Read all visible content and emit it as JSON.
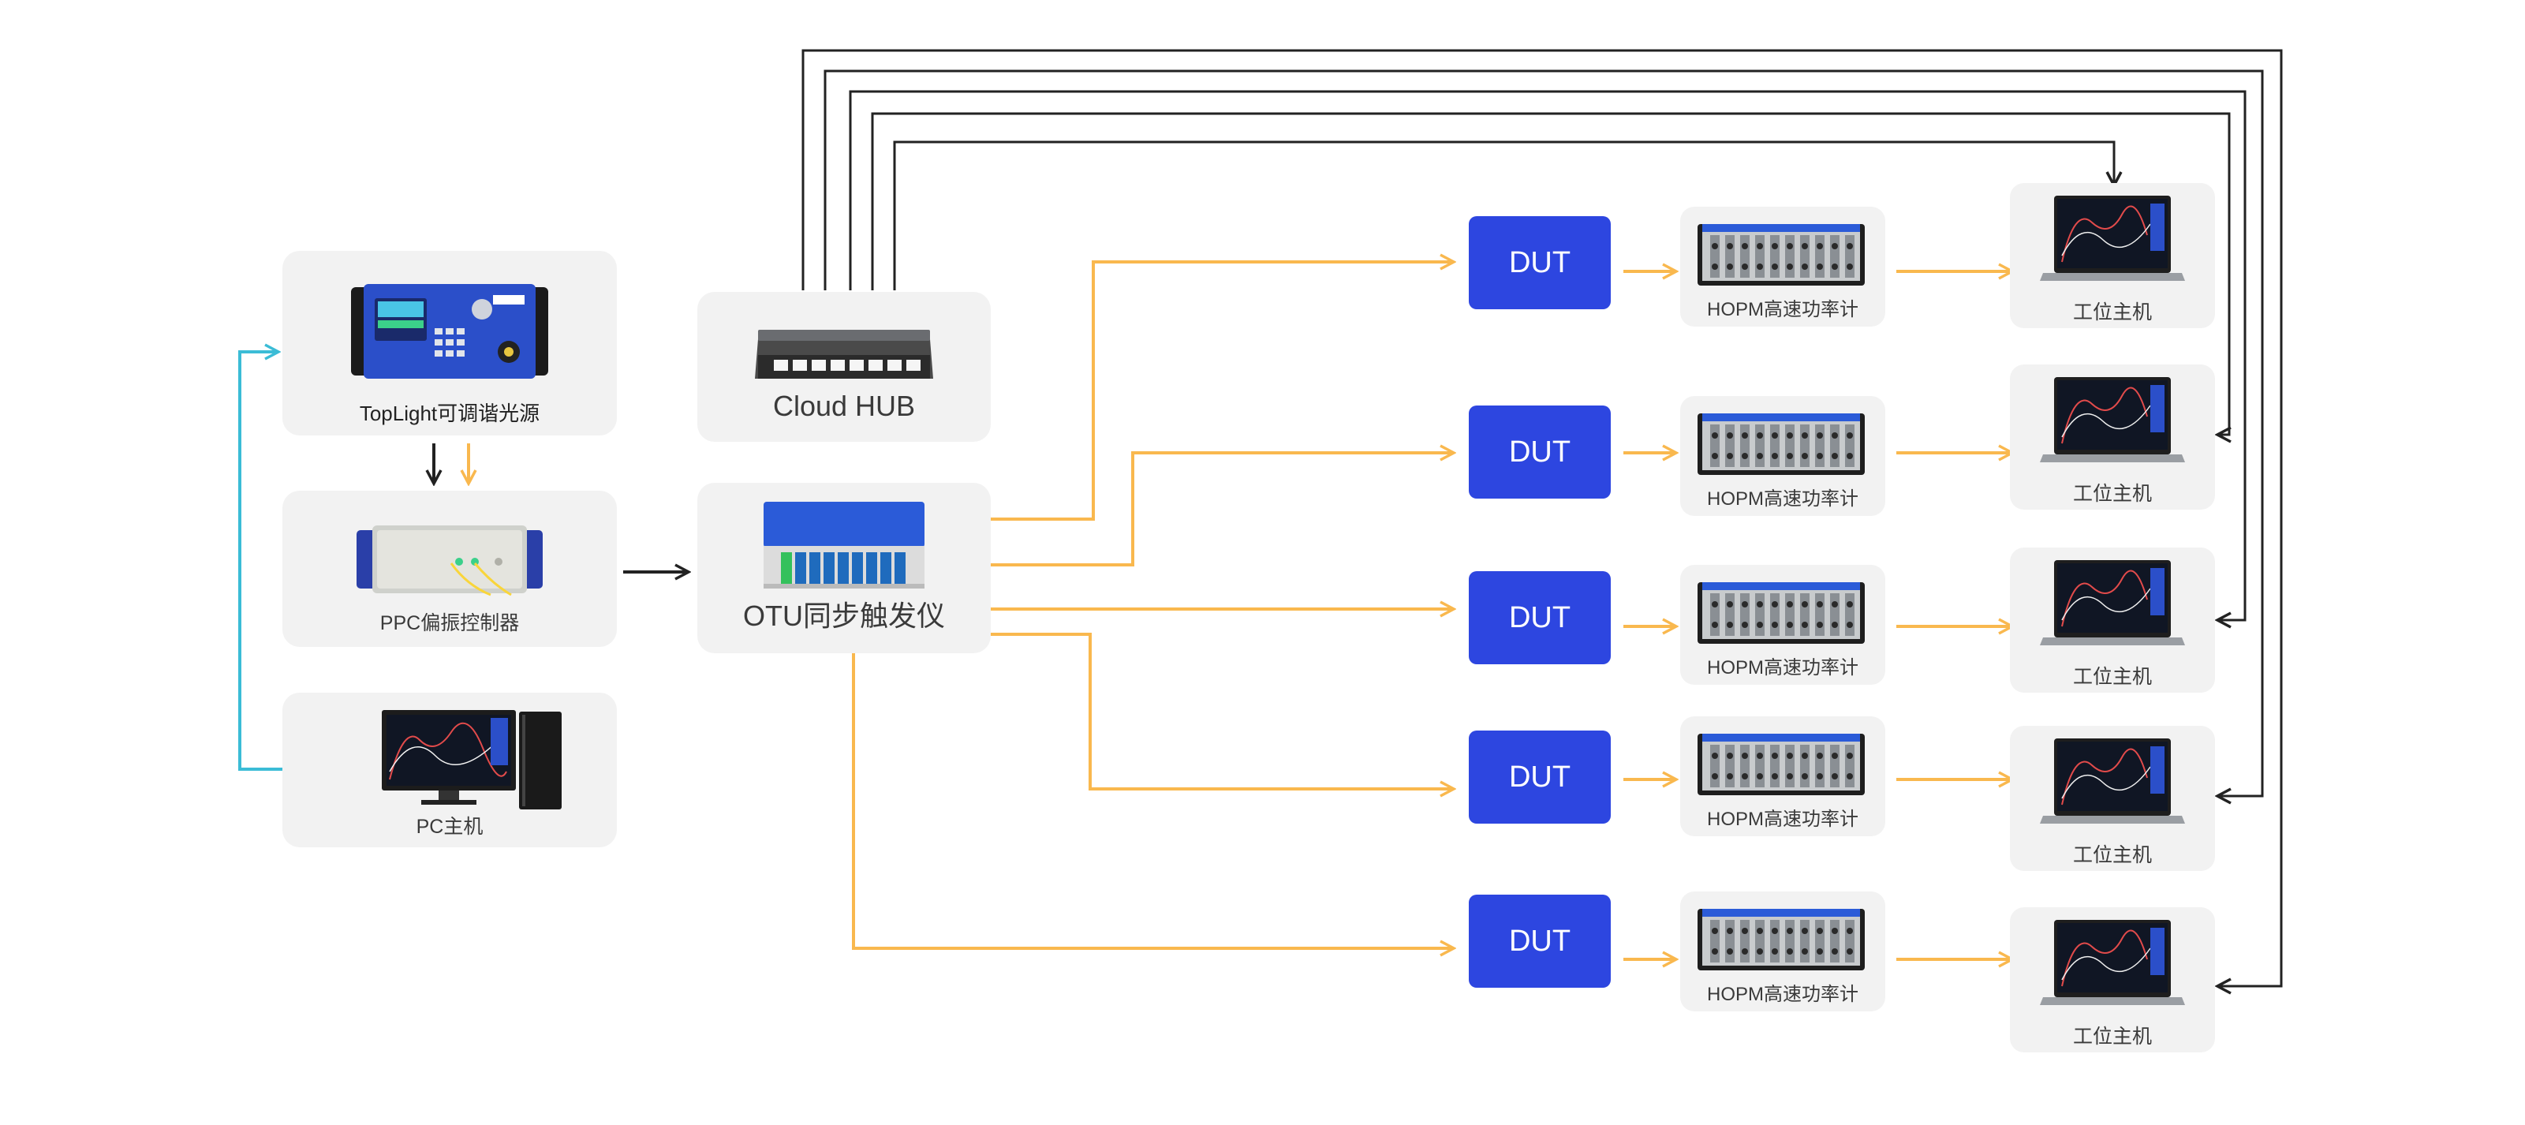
{
  "devices": {
    "toplight": "TopLight可调谐光源",
    "ppc": "PPC偏振控制器",
    "pc": "PC主机",
    "hub": "Cloud HUB",
    "otu": "OTU同步触发仪"
  },
  "dut_label": "DUT",
  "meter_label": "HOPM高速功率计",
  "station_label": "工位主机",
  "rows": [
    {
      "dut": "DUT",
      "meter": "HOPM高速功率计",
      "station": "工位主机"
    },
    {
      "dut": "DUT",
      "meter": "HOPM高速功率计",
      "station": "工位主机"
    },
    {
      "dut": "DUT",
      "meter": "HOPM高速功率计",
      "station": "工位主机"
    },
    {
      "dut": "DUT",
      "meter": "HOPM高速功率计",
      "station": "工位主机"
    },
    {
      "dut": "DUT",
      "meter": "HOPM高速功率计",
      "station": "工位主机"
    }
  ],
  "colors": {
    "optical": "#f9b84e",
    "control": "#222222",
    "pc_link": "#3bbcd6",
    "dut": "#2d46e0",
    "card": "#f2f2f2"
  }
}
